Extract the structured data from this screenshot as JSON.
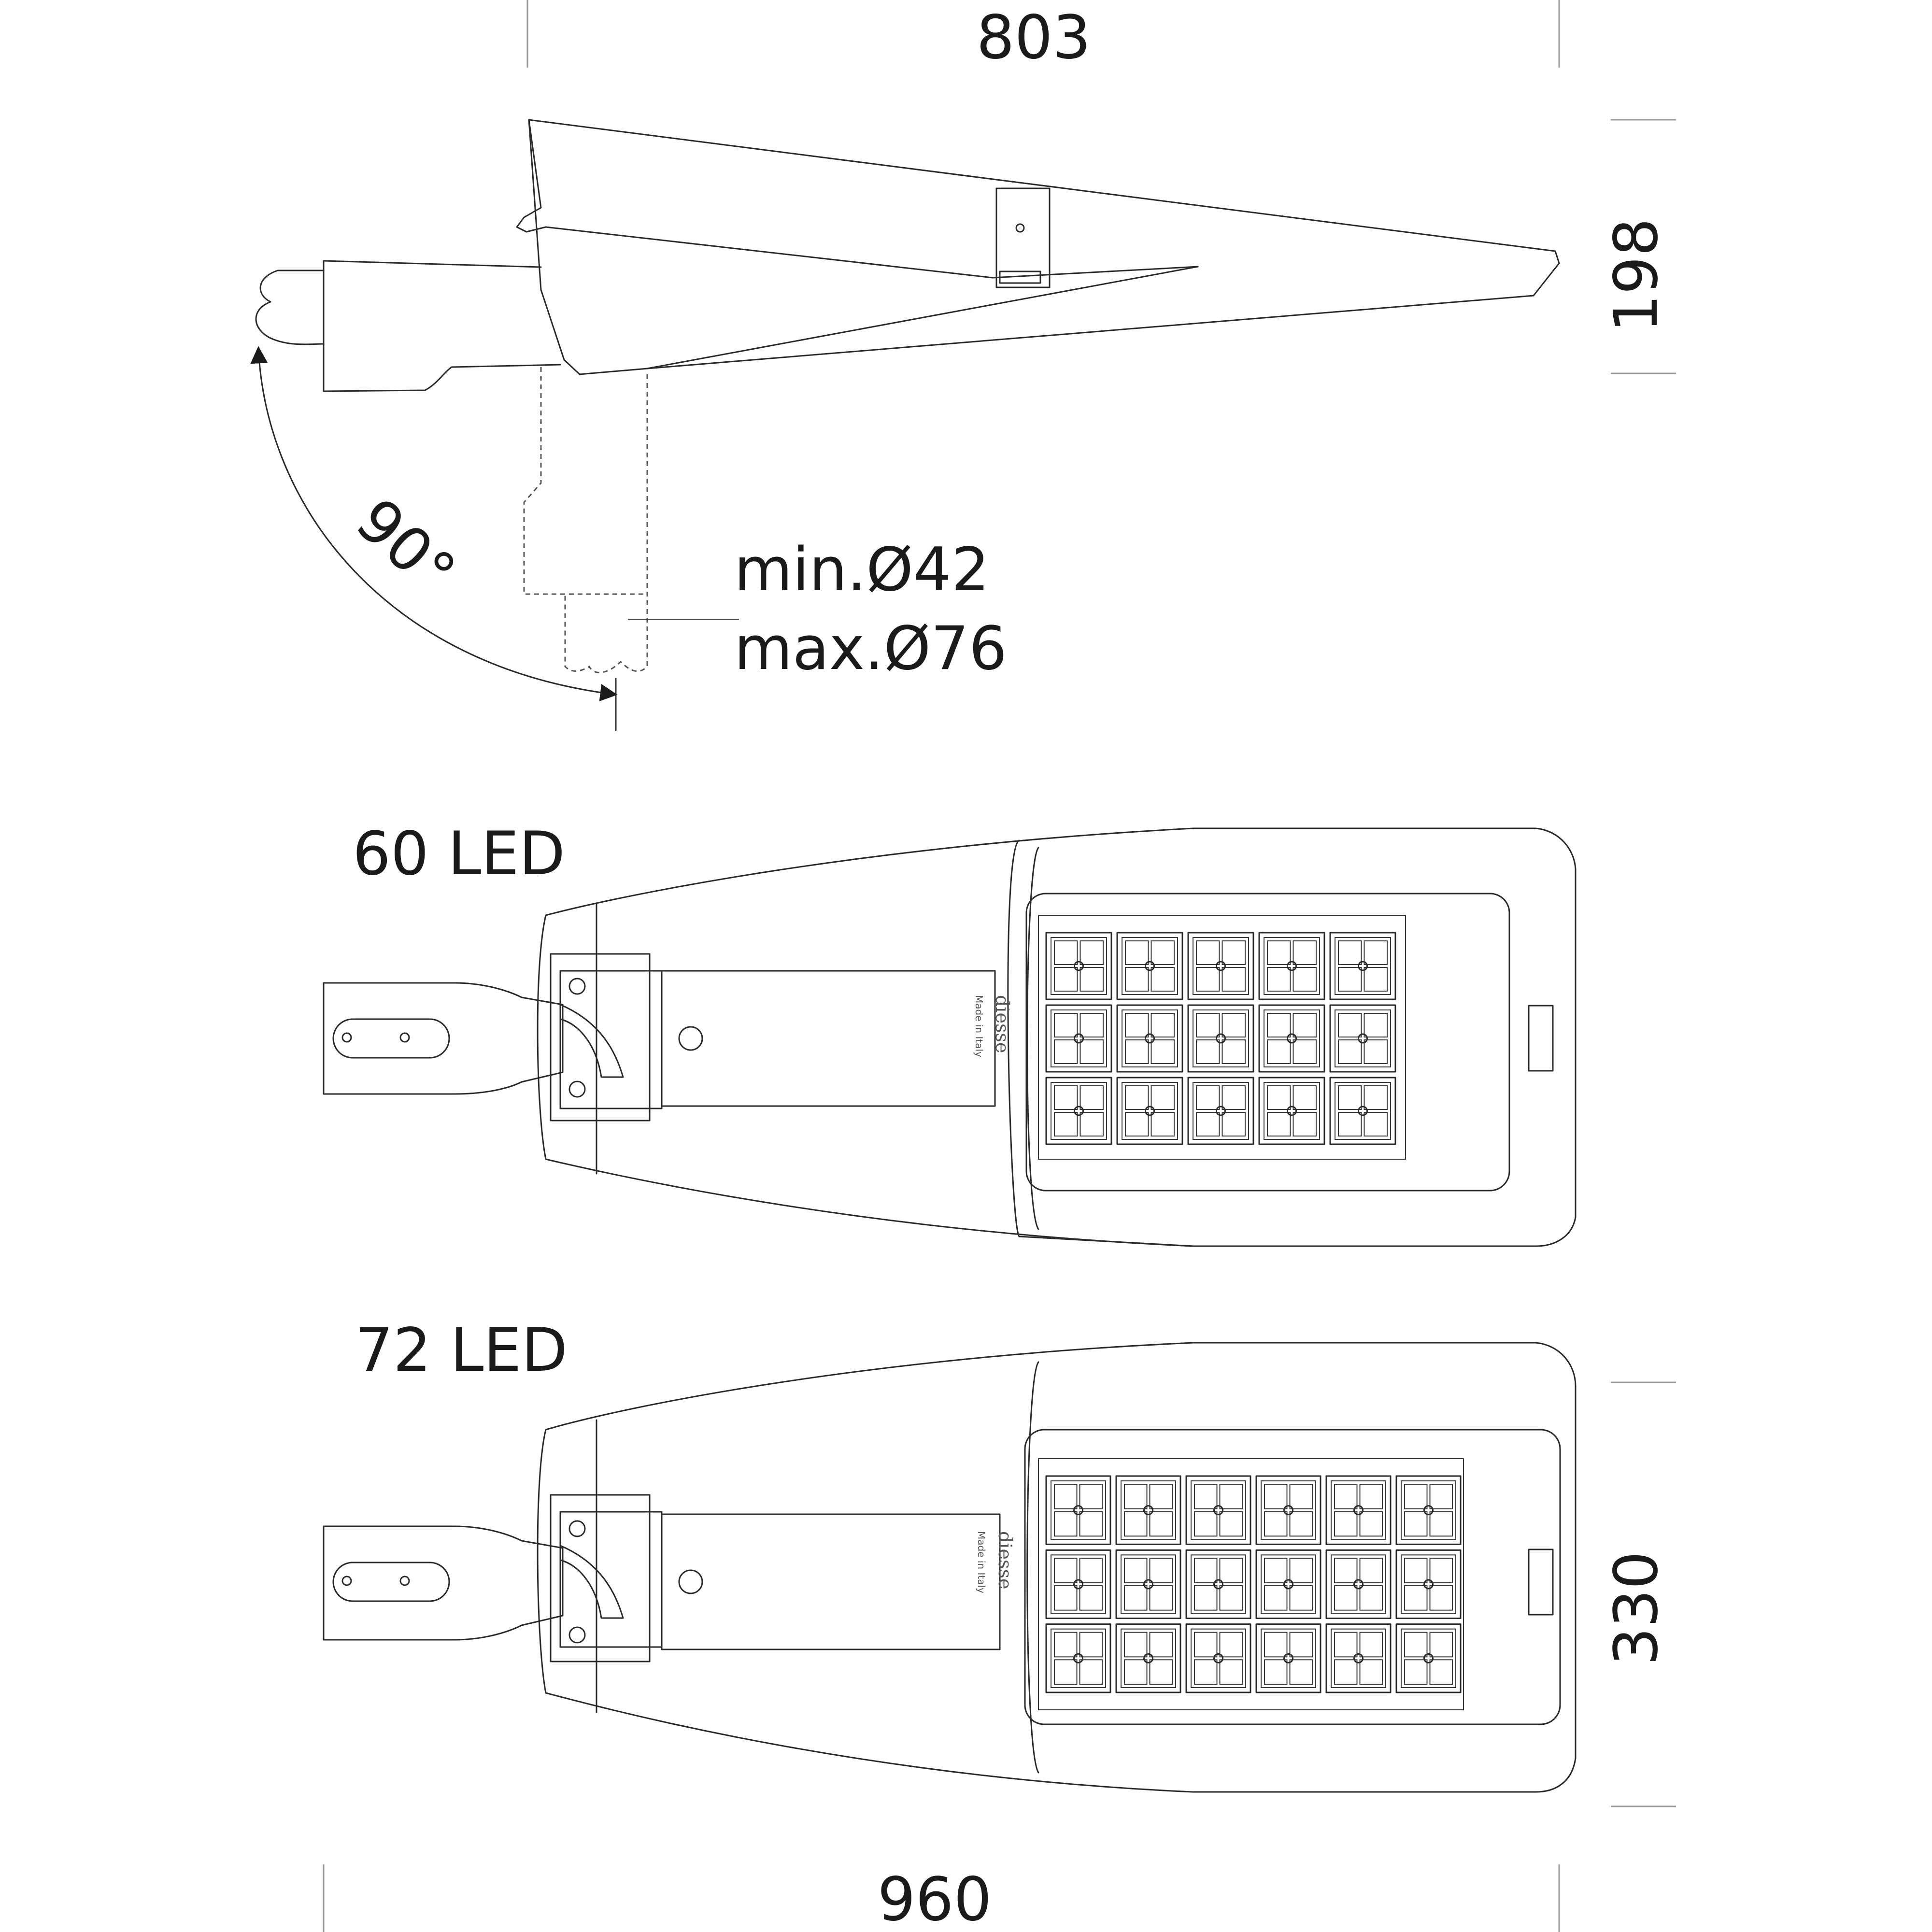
{
  "dimensions": {
    "top_width": "803",
    "side_height": "198",
    "bottom_width": "960",
    "plan_height": "330",
    "angle": "90°",
    "pole_min": "min.Ø42",
    "pole_max": "max.Ø76"
  },
  "views": {
    "view_60": {
      "label": "60 LED",
      "rows": 3,
      "cols": 5
    },
    "view_72": {
      "label": "72 LED",
      "rows": 3,
      "cols": 6
    }
  },
  "marking": {
    "brand": "diesse",
    "origin": "Made in Italy"
  }
}
